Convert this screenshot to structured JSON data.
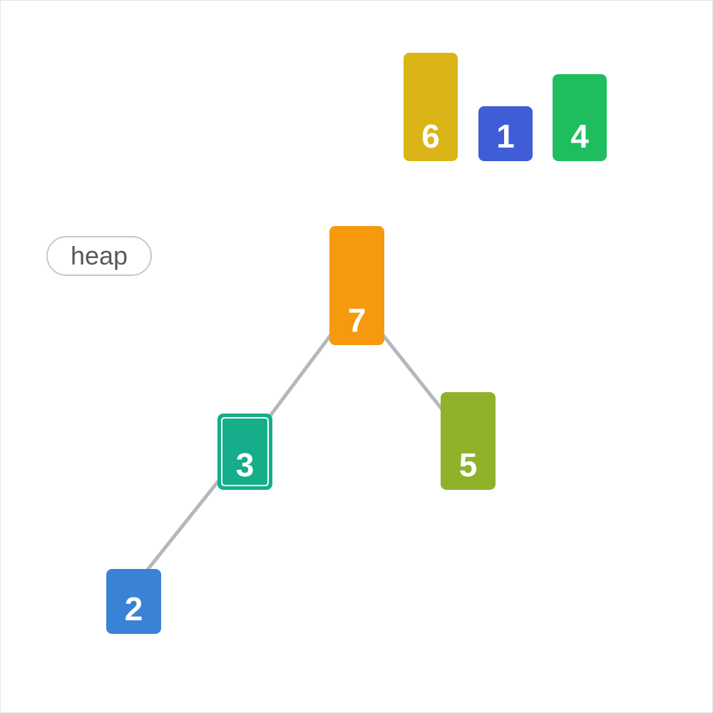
{
  "label": "heap",
  "queue": [
    {
      "value": "6",
      "color": "#dbb518"
    },
    {
      "value": "1",
      "color": "#3f5ed6"
    },
    {
      "value": "4",
      "color": "#1ebd5e"
    }
  ],
  "tree": {
    "root": {
      "value": "7",
      "color": "#f7990f"
    },
    "left": {
      "value": "3",
      "color": "#16ad8a",
      "highlighted": true
    },
    "right": {
      "value": "5",
      "color": "#8fb22a"
    },
    "left_left": {
      "value": "2",
      "color": "#3a82d6"
    }
  }
}
